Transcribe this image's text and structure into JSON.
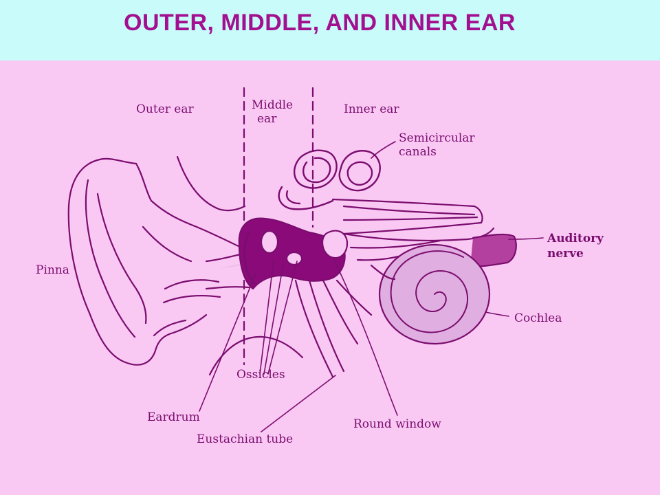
{
  "header": {
    "title": "OUTER, MIDDLE, AND INNER EAR"
  },
  "diagram": {
    "regions": {
      "outer": "Outer ear",
      "middle_line1": "Middle",
      "middle_line2": "ear",
      "inner": "Inner ear"
    },
    "labels": {
      "semicircular_line1": "Semicircular",
      "semicircular_line2": "canals",
      "auditory_line1": "Auditory",
      "auditory_line2": "nerve",
      "pinna": "Pinna",
      "cochlea": "Cochlea",
      "ossicles": "Ossicles",
      "eardrum": "Eardrum",
      "round_window": "Round window",
      "eustachian_tube": "Eustachian tube"
    }
  },
  "colors": {
    "background": "#f9c8f3",
    "title_bar": "#c9fbfb",
    "title_text": "#a3108f",
    "ink": "#7a0d6e"
  }
}
